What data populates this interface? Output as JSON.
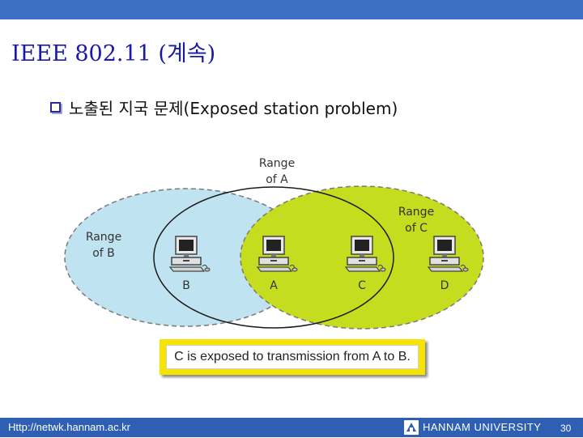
{
  "slide": {
    "title": "IEEE 802.11 (계속)",
    "bullet": "노출된 지국 문제(Exposed station problem)"
  },
  "diagram": {
    "range_a": [
      "Range",
      "of A"
    ],
    "range_b": [
      "Range",
      "of B"
    ],
    "range_c": [
      "Range",
      "of C"
    ],
    "stations": [
      "B",
      "A",
      "C",
      "D"
    ],
    "caption": "C is exposed to transmission from A to B.",
    "colors": {
      "range_b_fill": "#bfe3f0",
      "range_c_fill": "#c6dc1e",
      "caption_border": "#f6e400"
    }
  },
  "footer": {
    "url": "Http://netwk.hannam.ac.kr",
    "university": "HANNAM UNIVERSITY",
    "page": "30"
  }
}
